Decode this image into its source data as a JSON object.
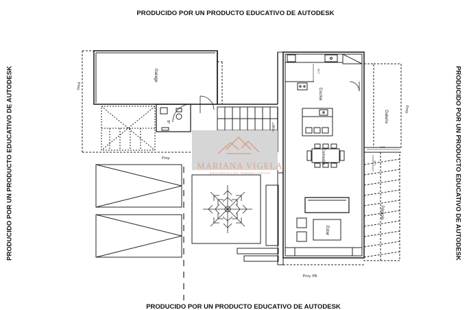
{
  "watermark": {
    "autodesk_notice": "PRODUCIDO POR UN PRODUCTO EDUCATIVO DE AUTODESK",
    "brand": "MARIANA VIGELA",
    "brand_subtitle": "DESARROLLOS INMOBILIARIOS"
  },
  "rooms": {
    "garage": "Garage",
    "bath": "B°",
    "kitchen": "Cocina",
    "dining": "Comedor",
    "living": "Estar",
    "gallery": "Galería",
    "pergola": "Pérgola"
  },
  "annotations": {
    "proy_left": "Proy.",
    "proy_center": "Proy.",
    "proy_right": "Proy.",
    "proy_pa": "Proy. PA",
    "dim_kitchen": "1.05",
    "dim_stair": "2.55",
    "dim_gallery": "2.20",
    "dim_side": "1.15"
  },
  "colors": {
    "line": "#222222",
    "shade": "#d8d8d8",
    "watermark": "#d9a48a"
  }
}
